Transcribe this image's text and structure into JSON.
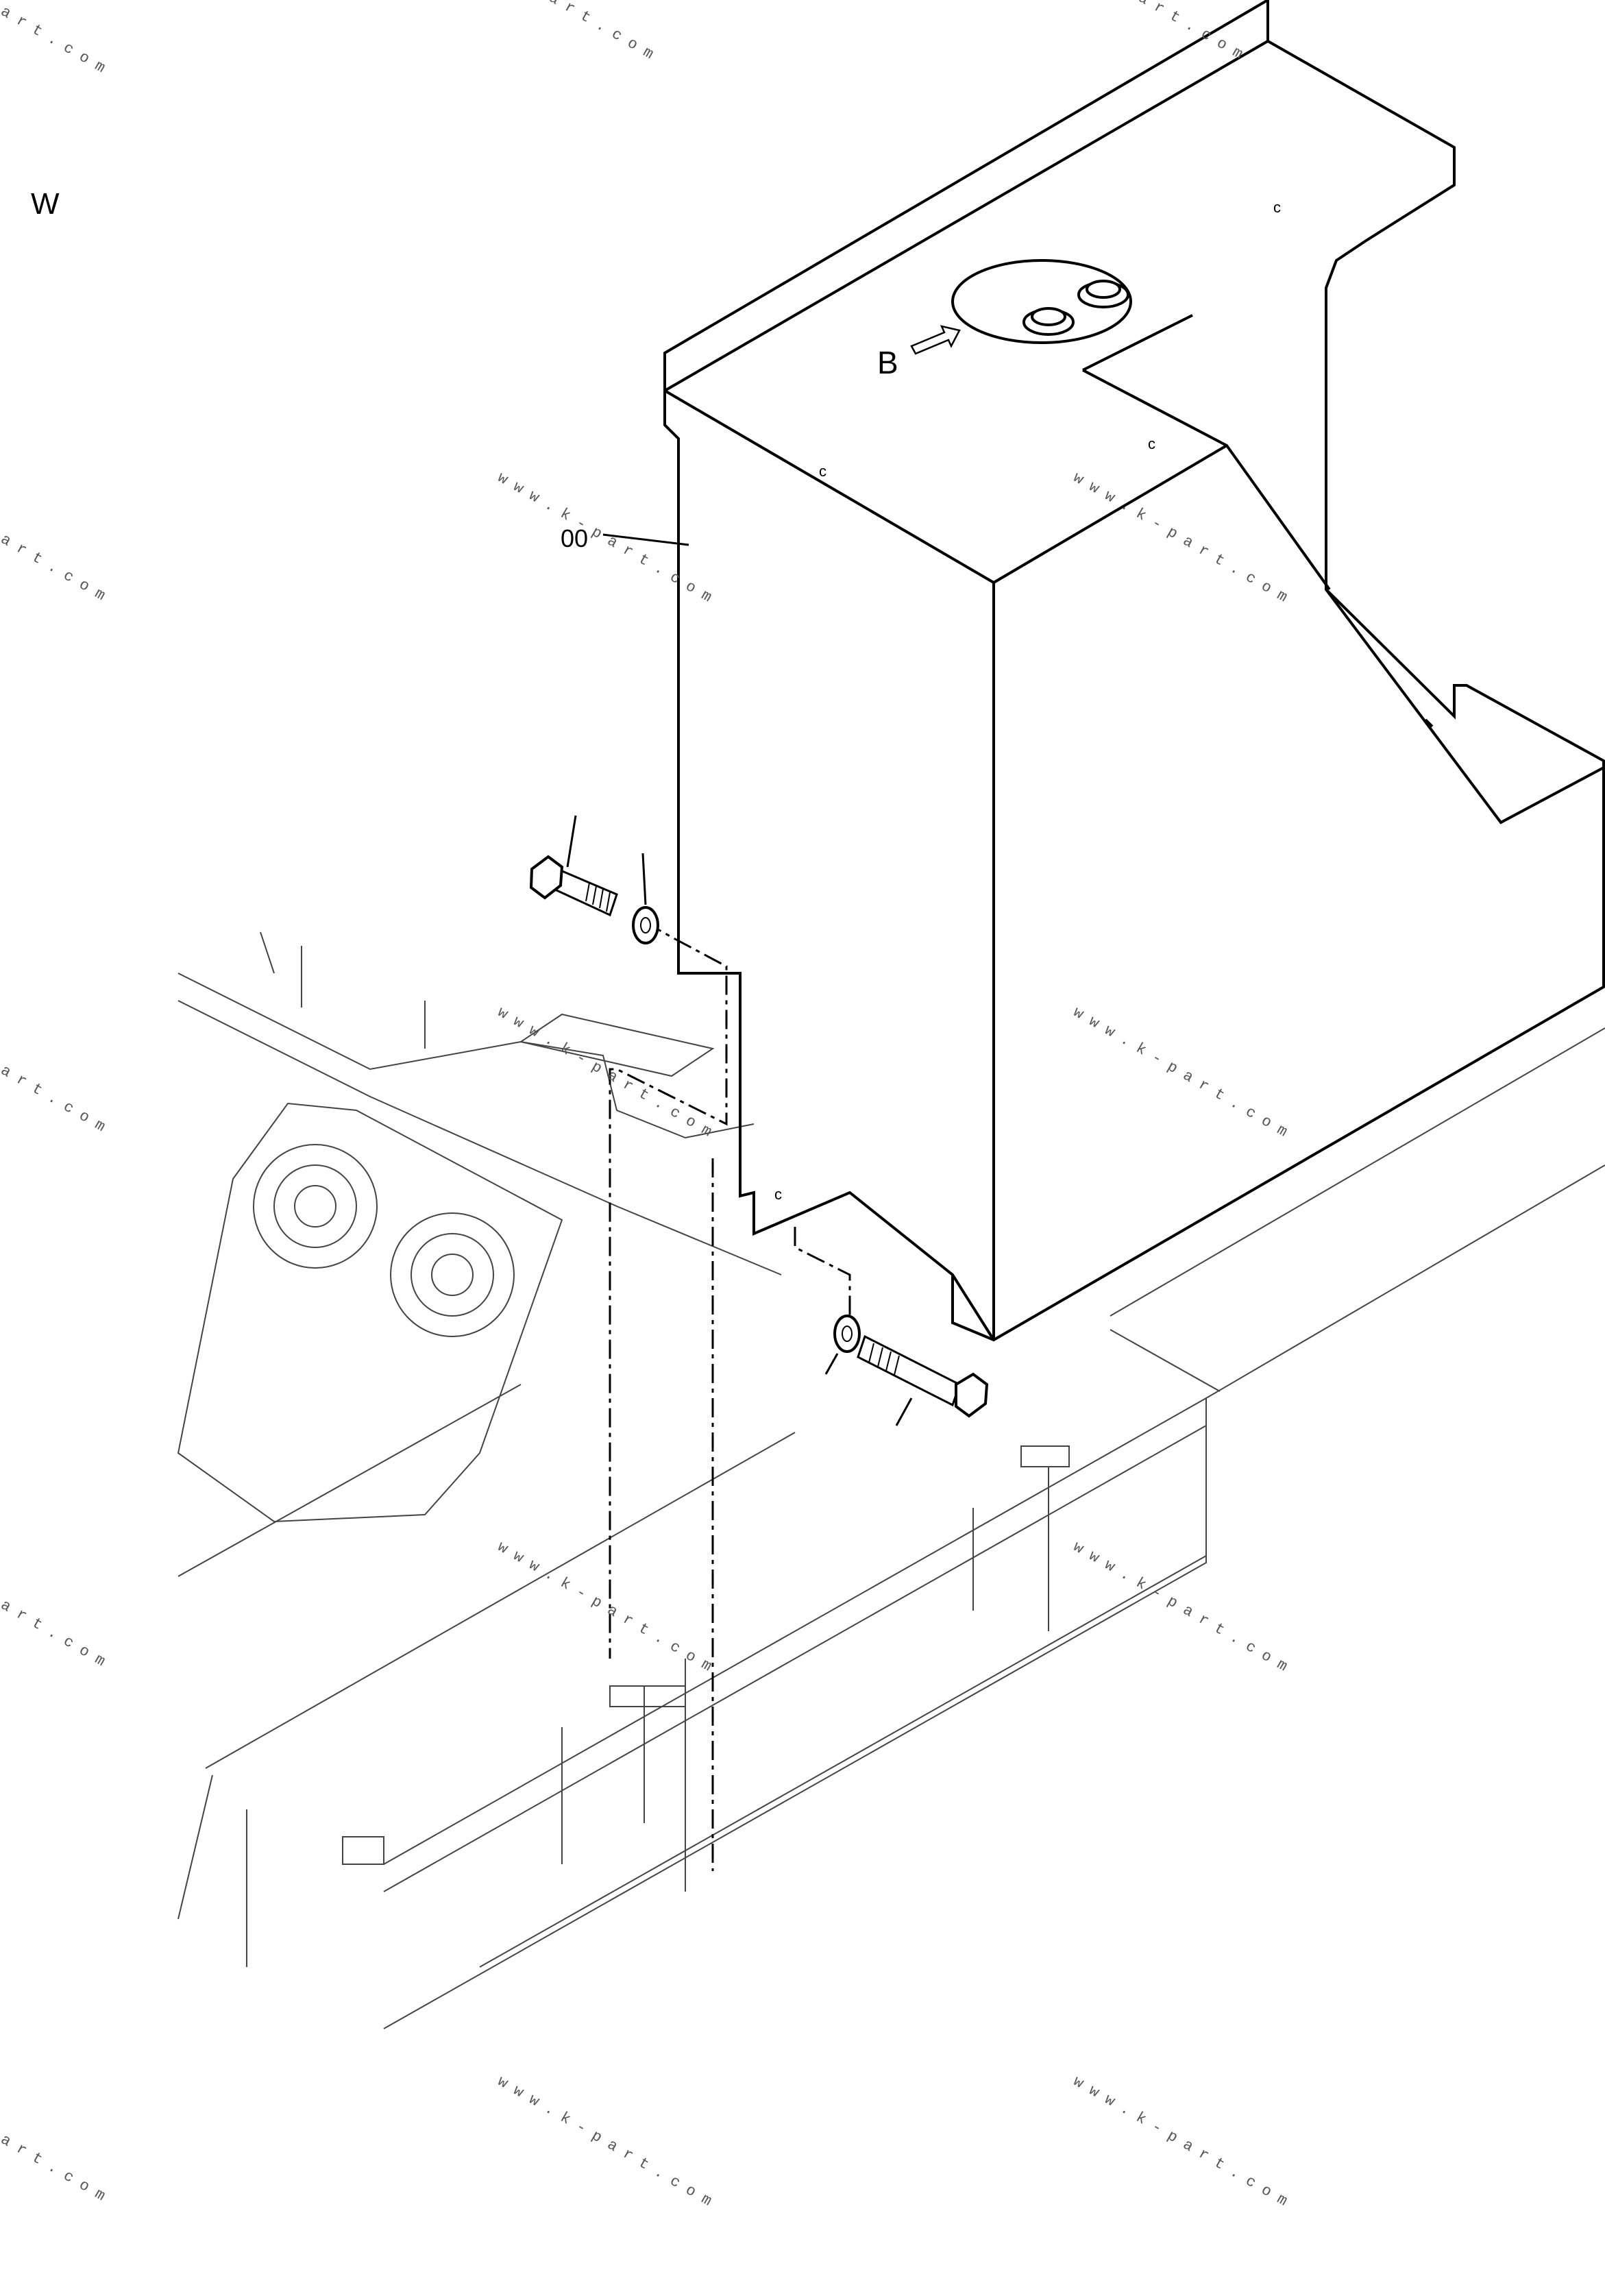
{
  "labels": {
    "view_letter": "W",
    "arrow_label": "B",
    "part_number": "00",
    "small_c": "c"
  },
  "watermark": {
    "text": "w w w . k - p a r t . c o m",
    "edge_text": "a r t . c o m"
  },
  "colors": {
    "line": "#000000",
    "faint_line": "#444444",
    "watermark": "#555555",
    "background": "#ffffff"
  }
}
